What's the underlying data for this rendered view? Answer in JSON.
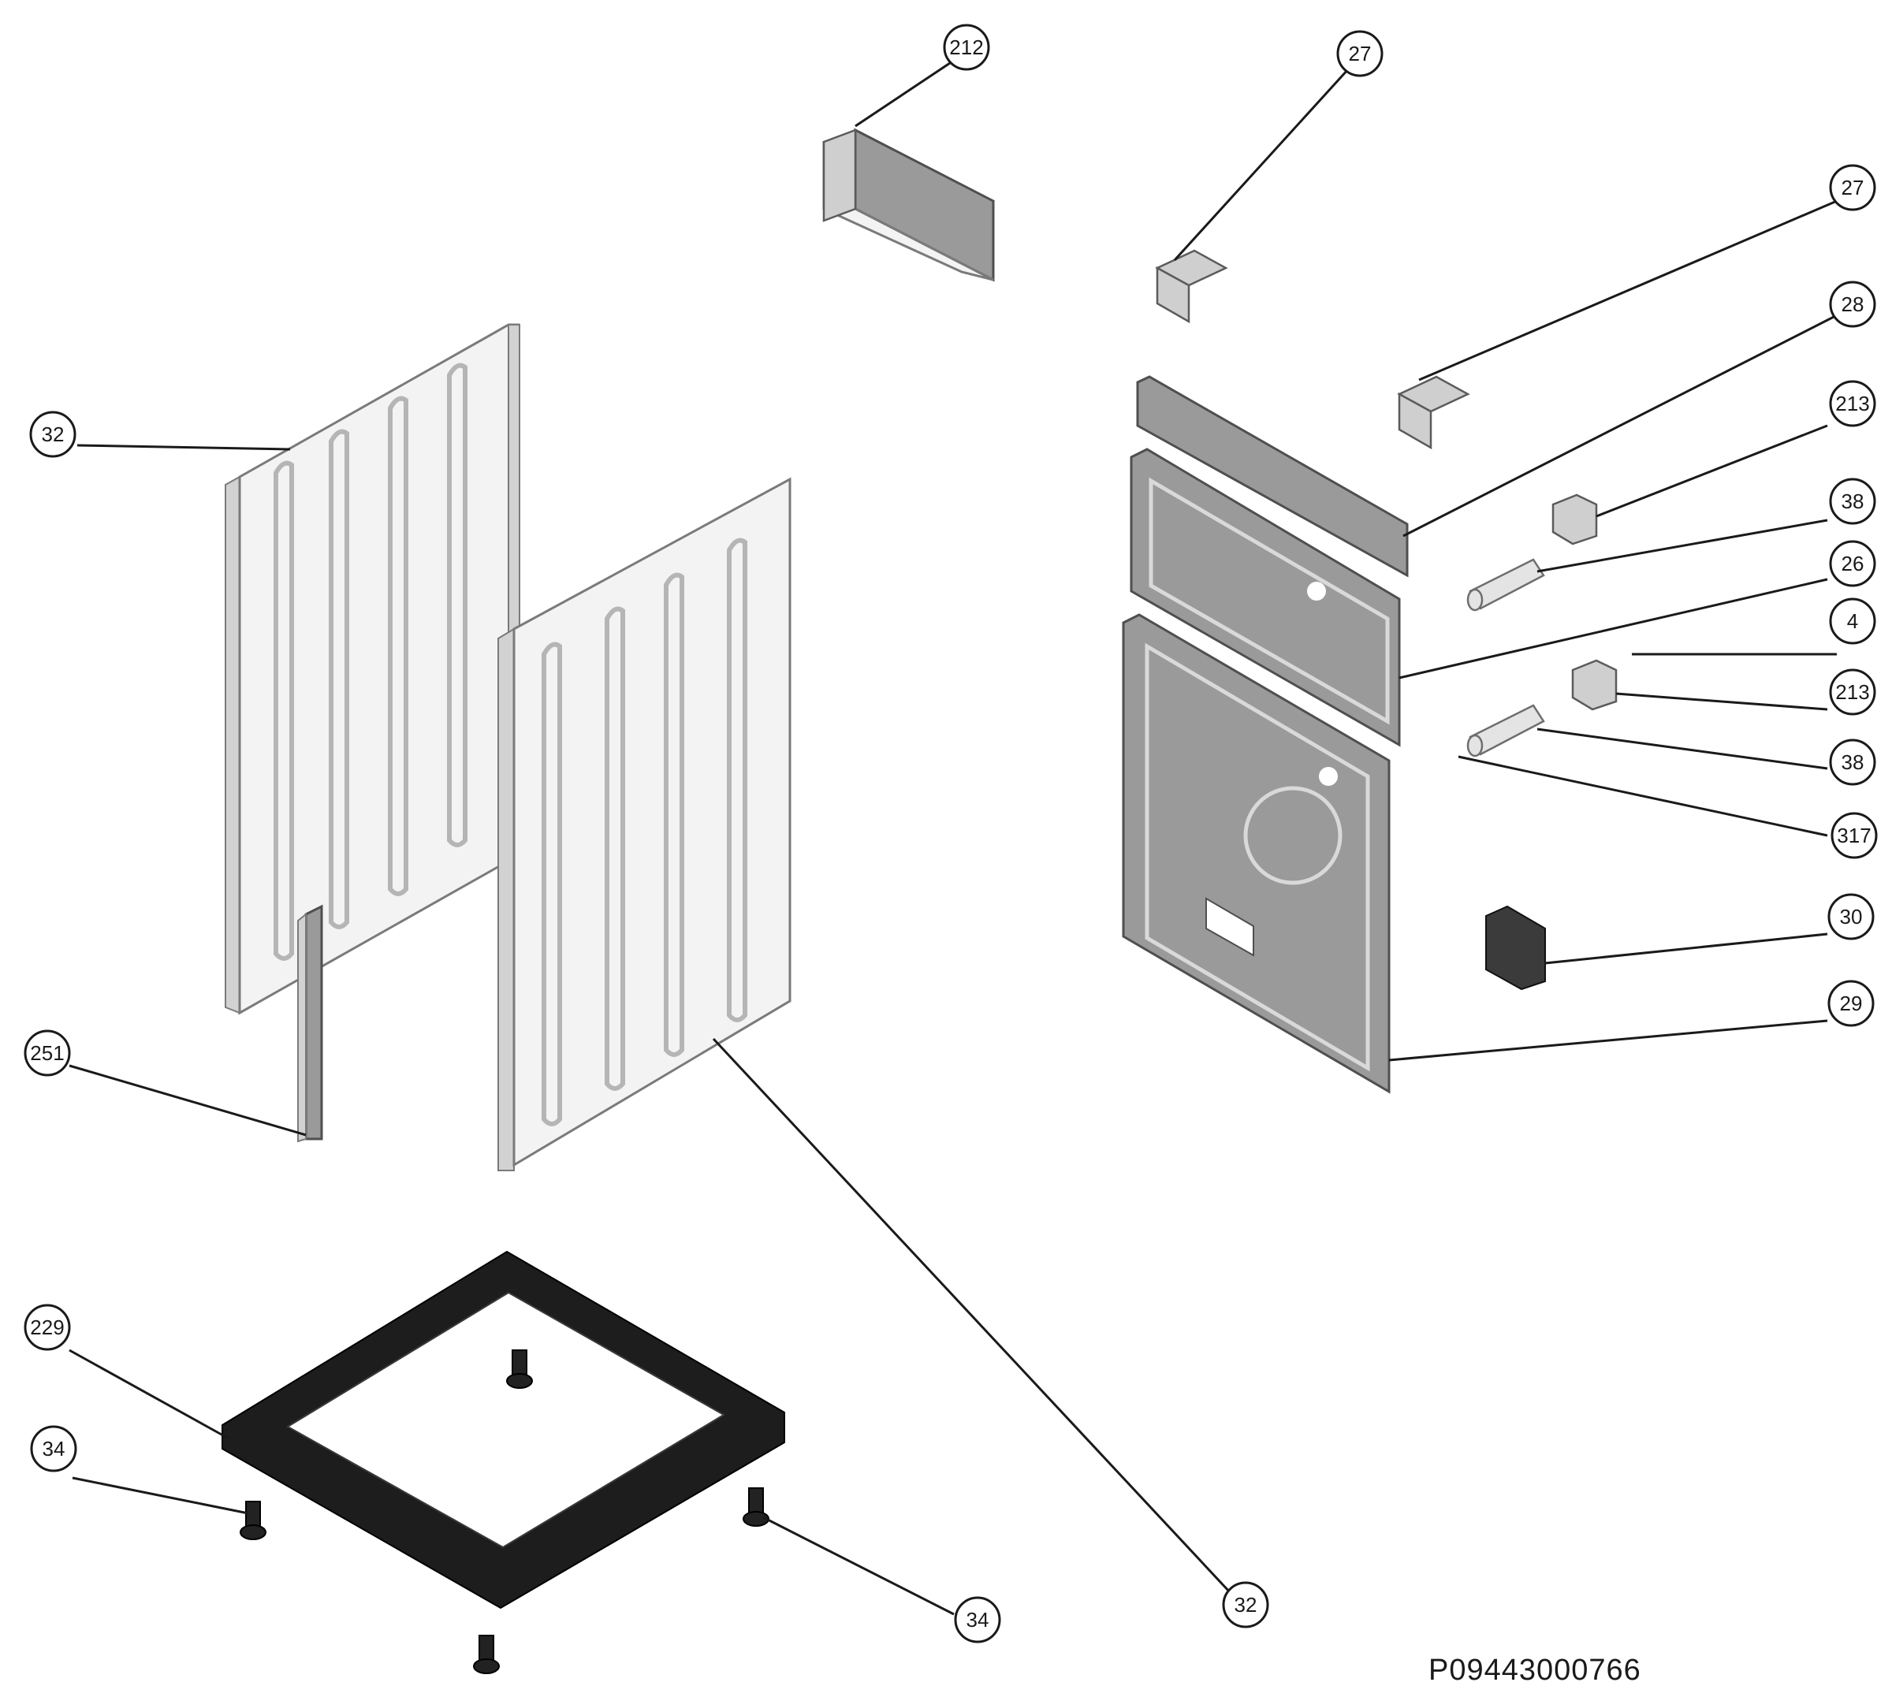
{
  "diagram": {
    "drawing_code": "P09443000766",
    "callouts": [
      {
        "id": "c212",
        "label": "212"
      },
      {
        "id": "c27a",
        "label": "27"
      },
      {
        "id": "c27b",
        "label": "27"
      },
      {
        "id": "c28",
        "label": "28"
      },
      {
        "id": "c213a",
        "label": "213"
      },
      {
        "id": "c38a",
        "label": "38"
      },
      {
        "id": "c26",
        "label": "26"
      },
      {
        "id": "c4",
        "label": "4"
      },
      {
        "id": "c213b",
        "label": "213"
      },
      {
        "id": "c38b",
        "label": "38"
      },
      {
        "id": "c317",
        "label": "317"
      },
      {
        "id": "c30",
        "label": "30"
      },
      {
        "id": "c29",
        "label": "29"
      },
      {
        "id": "c32a",
        "label": "32"
      },
      {
        "id": "c251",
        "label": "251"
      },
      {
        "id": "c229",
        "label": "229"
      },
      {
        "id": "c34a",
        "label": "34"
      },
      {
        "id": "c34b",
        "label": "34"
      },
      {
        "id": "c32b",
        "label": "32"
      }
    ]
  }
}
